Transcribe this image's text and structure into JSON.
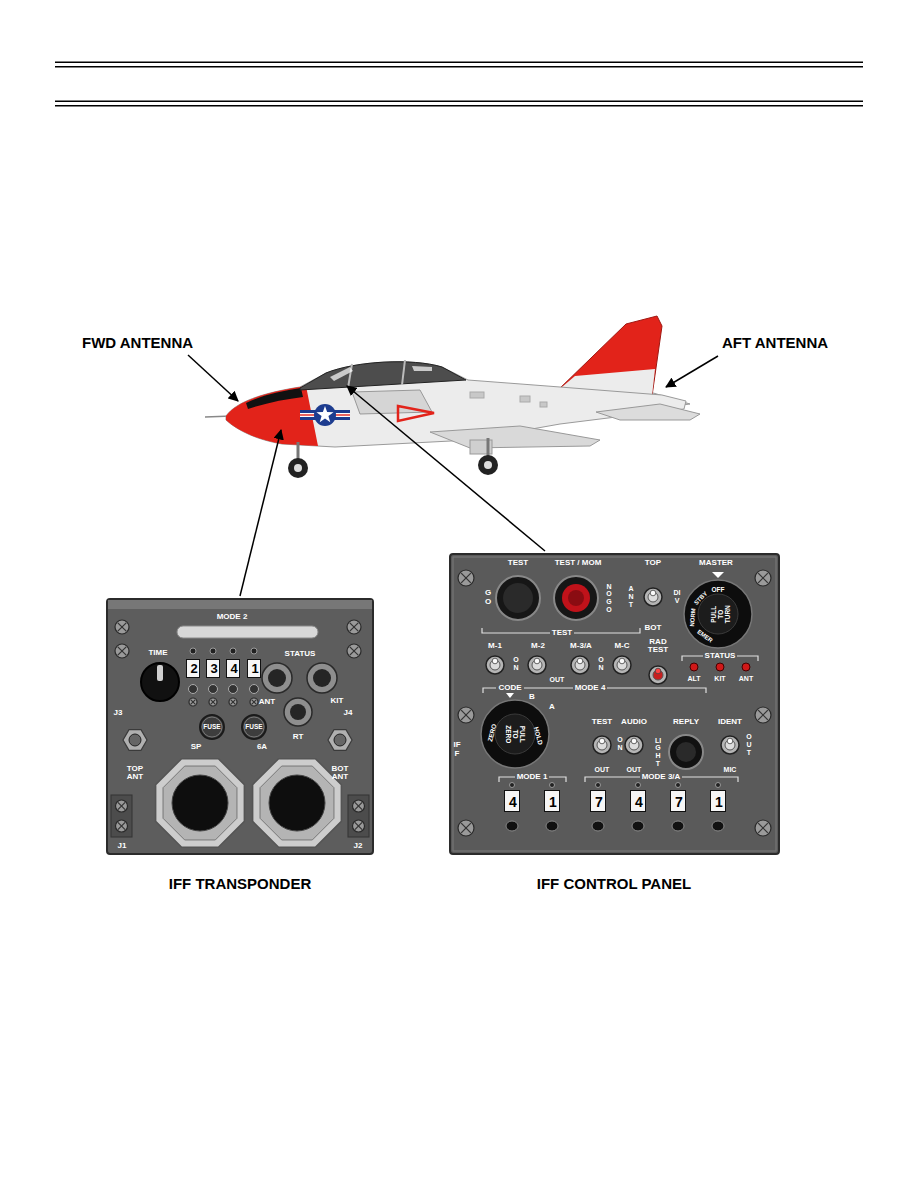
{
  "diagram": {
    "nodes": [
      {
        "text": [
          "IFF TRANSPONDER",
          "MODE 2",
          "TIME",
          "STATUS",
          "ANT",
          "KIT",
          "RT",
          "J3",
          "TOP ANT",
          "J4",
          "BOT ANT",
          "SP",
          "6A",
          "J1",
          "J2"
        ]
      },
      {
        "text": [
          "2"
        ],
        "in": 0
      },
      {
        "text": [
          "3"
        ],
        "in": 0
      },
      {
        "text": [
          "4"
        ],
        "in": 0
      },
      {
        "text": [
          "1"
        ],
        "in": 0
      },
      {
        "text": [
          "FUSE"
        ],
        "in": 0
      },
      {
        "text": [
          "FUSE"
        ],
        "in": 0
      },
      {
        "text": [
          "IFF CONTROL PANEL",
          "TEST",
          "TEST / MOM",
          "TOP",
          "MASTER",
          "GO",
          "NO GO",
          "ANT",
          "DIV",
          "BOT",
          "TEST",
          "M-1",
          "ON",
          "M-2",
          "OUT",
          "M-3/A",
          "ON",
          "M-C",
          "RAD TEST",
          "STATUS",
          "ALT",
          "KIT",
          "ANT",
          "CODE",
          "MODE 4",
          "B",
          "A",
          "TEST",
          "ON",
          "OUT",
          "AUDIO",
          "OUT",
          "LIGHT",
          "REPLY",
          "IDENT",
          "OUT",
          "MIC",
          "IFF",
          "MODE 1",
          "MODE 3/A"
        ]
      },
      {
        "text": [
          "OFF",
          "STBY",
          "NORM",
          "EMER",
          "PULL TO TURN"
        ],
        "in": 7
      },
      {
        "text": [
          "ZERO",
          "PULL TO ZERO",
          "HOLD"
        ],
        "in": 7
      },
      {
        "text": [
          "4"
        ],
        "in": 7
      },
      {
        "text": [
          "1"
        ],
        "in": 7
      },
      {
        "text": [
          "7"
        ],
        "in": 7
      },
      {
        "text": [
          "4"
        ],
        "in": 7
      },
      {
        "text": [
          "7"
        ],
        "in": 7
      },
      {
        "text": [
          "1"
        ],
        "in": 7
      }
    ],
    "labels": [
      "FWD ANTENNA",
      "AFT ANTENNA"
    ]
  }
}
